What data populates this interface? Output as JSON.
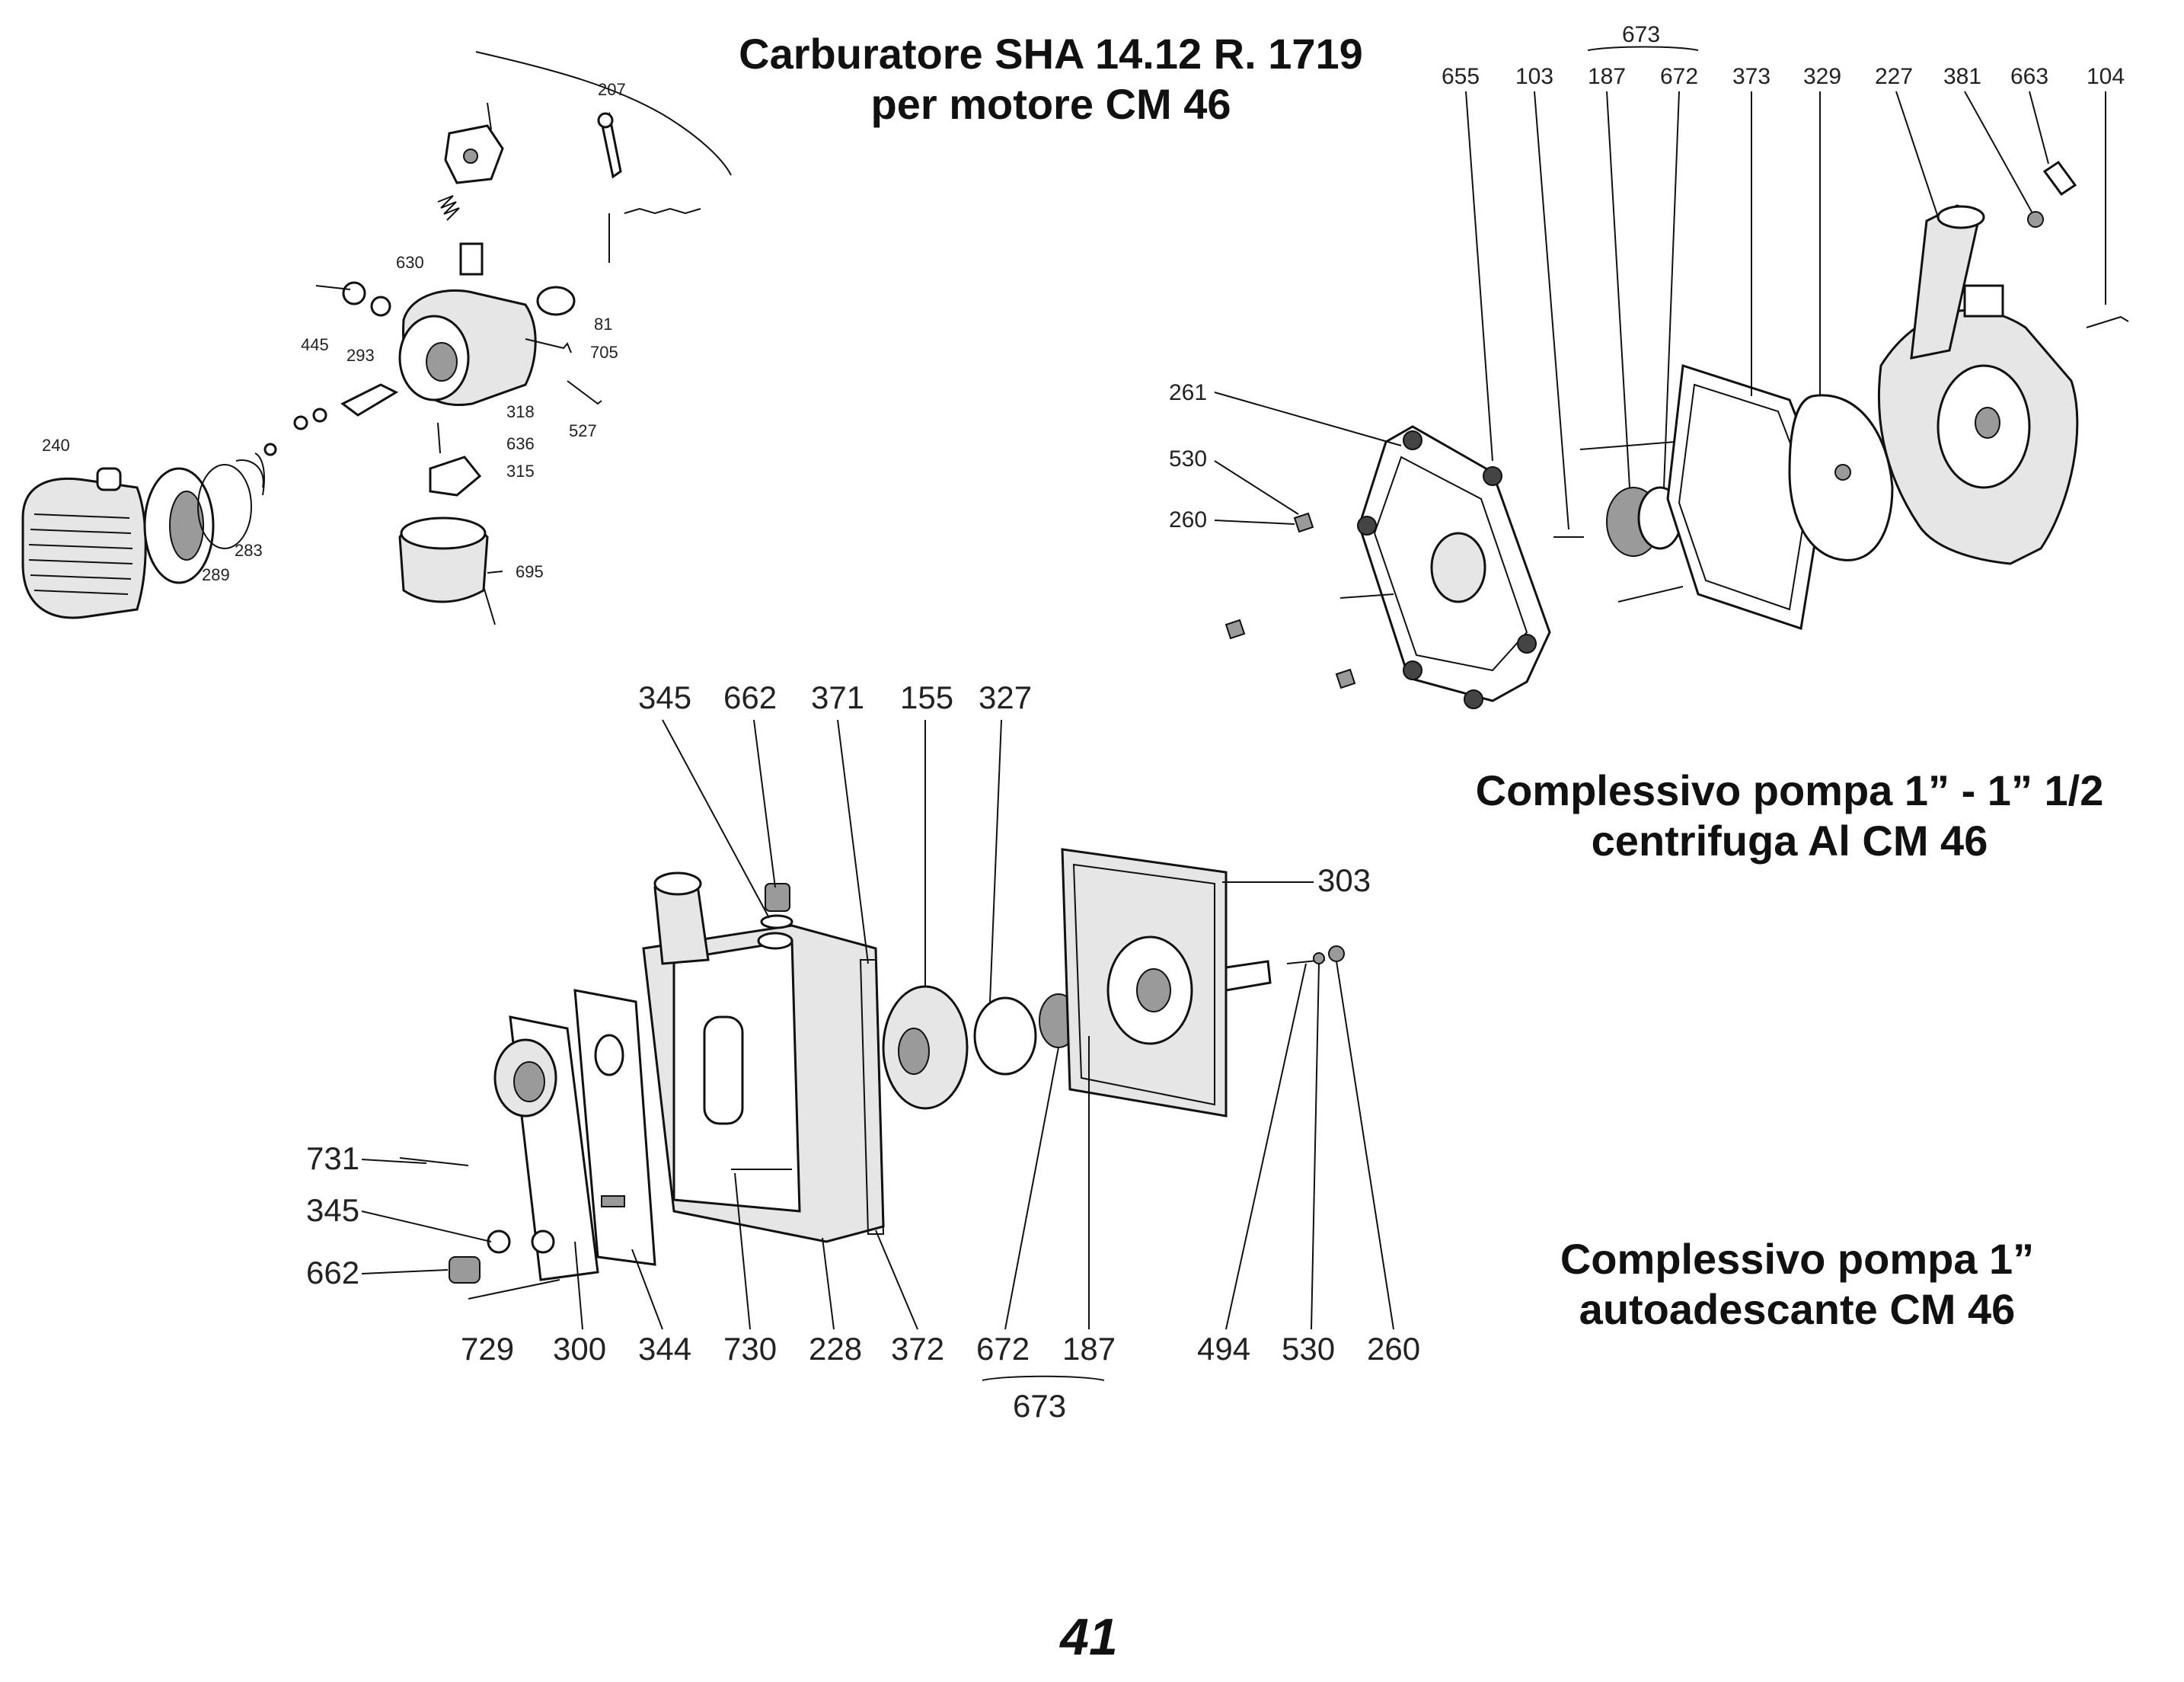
{
  "titles": {
    "carburetor_line1": "Carburatore SHA 14.12 R. 1719",
    "carburetor_line2": "per motore CM 46",
    "centrifugal_line1": "Complessivo pompa 1” - 1” 1/2",
    "centrifugal_line2": "centrifuga Al CM 46",
    "selfpriming_line1": "Complessivo pompa 1”",
    "selfpriming_line2": "autoadescante CM 46"
  },
  "page_number": "41",
  "carburetor_labels": {
    "p207": "207",
    "p630": "630",
    "p81": "81",
    "p445": "445",
    "p293": "293",
    "p705": "705",
    "p318": "318",
    "p527": "527",
    "p636": "636",
    "p315": "315",
    "p240": "240",
    "p283": "283",
    "p289": "289",
    "p695": "695"
  },
  "centrifugal_labels": {
    "group": "673",
    "p655": "655",
    "p103": "103",
    "p187": "187",
    "p672": "672",
    "p373": "373",
    "p329": "329",
    "p227": "227",
    "p381": "381",
    "p663": "663",
    "p104": "104",
    "p261": "261",
    "p530": "530",
    "p260": "260"
  },
  "selfpriming_labels": {
    "p345": "345",
    "p662": "662",
    "p371": "371",
    "p155": "155",
    "p327": "327",
    "p303": "303",
    "p731": "731",
    "p345b": "345",
    "p662b": "662",
    "p729": "729",
    "p300": "300",
    "p344": "344",
    "p730": "730",
    "p228": "228",
    "p372": "372",
    "p672": "672",
    "p187": "187",
    "p494": "494",
    "p530": "530",
    "p260": "260",
    "group": "673"
  }
}
